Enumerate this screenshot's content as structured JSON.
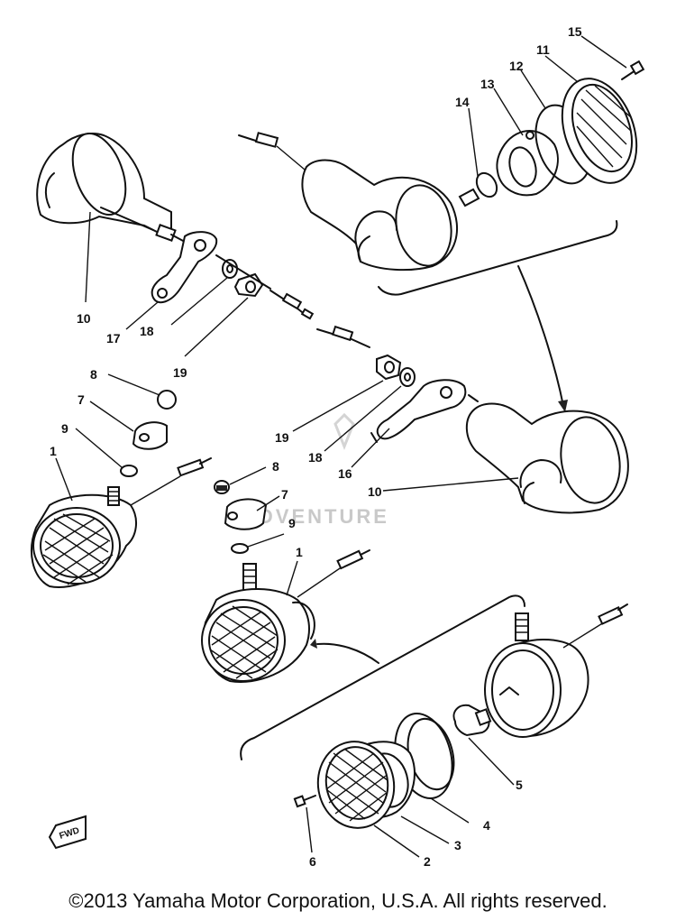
{
  "copyright": "©2013 Yamaha Motor Corporation, U.S.A. All rights reserved.",
  "watermark": "ADVENTURE",
  "fwd_label": "FWD",
  "callouts": {
    "c15": "15",
    "c11": "11",
    "c12": "12",
    "c13": "13",
    "c14": "14",
    "c10a": "10",
    "c17": "17",
    "c18a": "18",
    "c19a": "19",
    "c8a": "8",
    "c7a": "7",
    "c9a": "9",
    "c1a": "1",
    "c19b": "19",
    "c18b": "18",
    "c16": "16",
    "c10b": "10",
    "c8b": "8",
    "c7b": "7",
    "c9b": "9",
    "c1b": "1",
    "c5": "5",
    "c4": "4",
    "c3": "3",
    "c2": "2",
    "c6": "6"
  }
}
